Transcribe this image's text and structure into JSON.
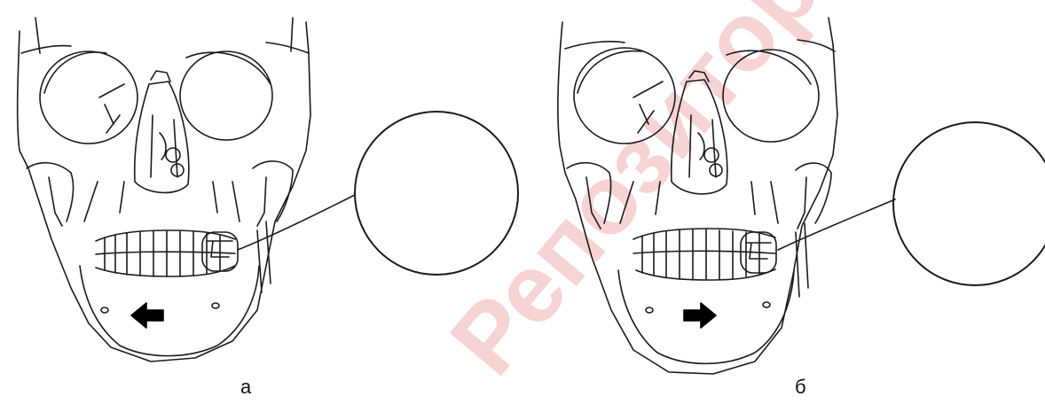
{
  "figure": {
    "panels": [
      {
        "label": "а",
        "arrow_direction": "left"
      },
      {
        "label": "б",
        "arrow_direction": "right"
      }
    ],
    "watermark": {
      "text": "Репозиторий БГМУ"
    },
    "colors": {
      "line": "#1a1a1a",
      "watermark": "#f3c9c9",
      "arrow": "#000000"
    }
  }
}
